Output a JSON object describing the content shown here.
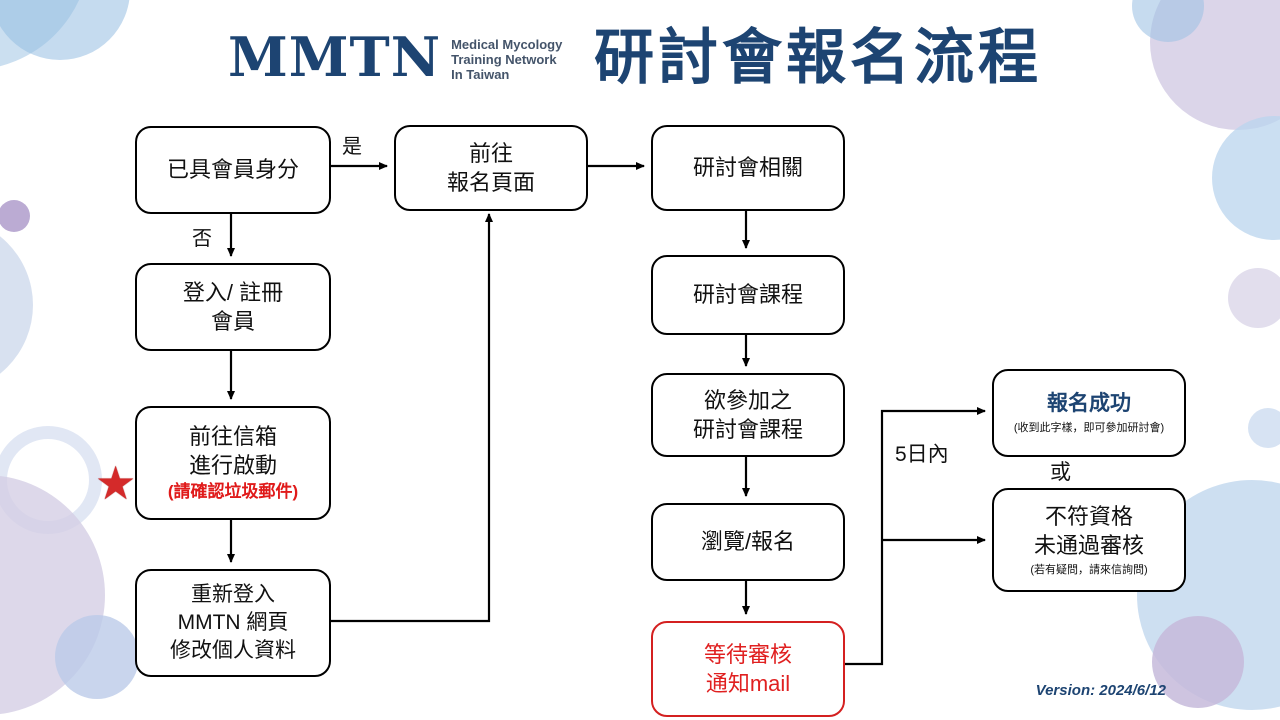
{
  "colors": {
    "brand_navy": "#1d4472",
    "alert_red": "#e01a1a",
    "box_border": "#000000"
  },
  "header": {
    "logo": {
      "acronym": "MMTN",
      "tagline": [
        "Medical Mycology",
        "Training Network",
        "In Taiwan"
      ]
    },
    "title": "研討會報名流程"
  },
  "labels": {
    "yes": "是",
    "no": "否",
    "within_5_days": "5日內",
    "or": "或"
  },
  "boxes": {
    "member": {
      "line1": "已具會員身分"
    },
    "login": {
      "line1": "登入/ 註冊",
      "line2": "會員"
    },
    "mailbox": {
      "line1": "前往信箱",
      "line2": "進行啟動",
      "note": "(請確認垃圾郵件)"
    },
    "relogin": {
      "line1": "重新登入",
      "line2": "MMTN 網頁",
      "line3": "修改個人資料"
    },
    "goto_page": {
      "line1": "前往",
      "line2": "報名頁面"
    },
    "seminar_related": {
      "line1": "研討會相關"
    },
    "seminar_course": {
      "line1": "研討會課程"
    },
    "desired_course": {
      "line1": "欲參加之",
      "line2": "研討會課程"
    },
    "browse_register": {
      "line1": "瀏覽/報名"
    },
    "wait_review": {
      "line1": "等待審核",
      "line2": "通知mail"
    },
    "success": {
      "title": "報名成功",
      "note": "(收到此字樣，即可參加研討會)"
    },
    "fail": {
      "line1": "不符資格",
      "line2": "未通過審核",
      "note": "(若有疑問，請來信詢問)"
    }
  },
  "footer": {
    "version": "Version: 2024/6/12"
  },
  "icons": {
    "star": "★"
  }
}
